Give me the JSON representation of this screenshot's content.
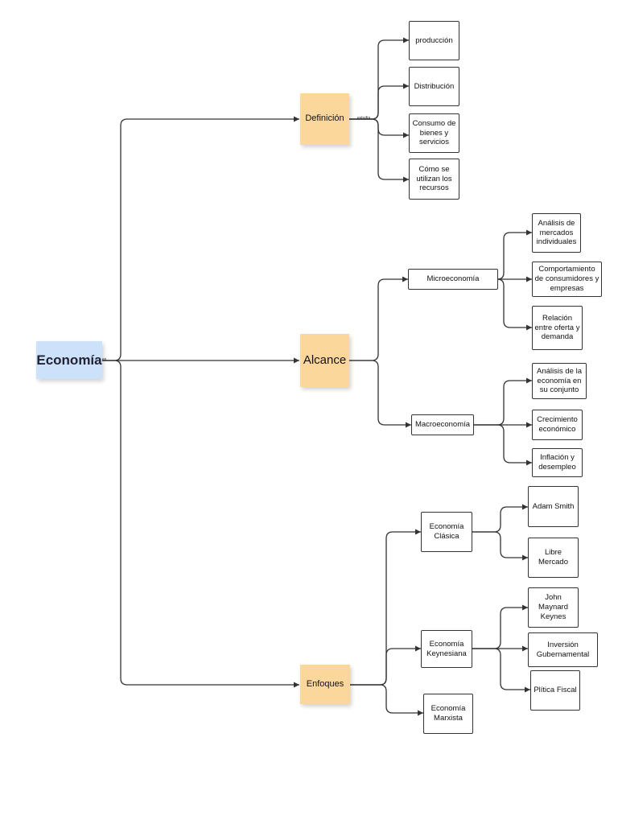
{
  "root": {
    "label": "Economía",
    "edge_label": "es"
  },
  "branches": {
    "definicion": {
      "label": "Definición",
      "edge_label": "estudia",
      "children": [
        "producción",
        "Distribución",
        "Consumo de bienes y servicios",
        "Cómo se utilizan los recursos"
      ]
    },
    "alcance": {
      "label": "Alcance",
      "micro": {
        "label": "Microeconomía",
        "children": [
          "Análisis de mercados individuales",
          "Comportamiento de consumidores y empresas",
          "Relación entre oferta y demanda"
        ]
      },
      "macro": {
        "label": "Macroeconomía",
        "children": [
          "Análisis de la economía en su conjunto",
          "Crecimiento económico",
          "Inflación y desempleo"
        ]
      }
    },
    "enfoques": {
      "label": "Enfoques",
      "clasica": {
        "label": "Economía Clásica",
        "children": [
          "Adam Smith",
          "Libre Mercado"
        ]
      },
      "keynesiana": {
        "label": "Economía Keynesiana",
        "children": [
          "John Maynard Keynes",
          "Inversión Gubernamental",
          "Plítica Fiscal"
        ]
      },
      "marxista": {
        "label": "Economía Marxista"
      }
    }
  },
  "colors": {
    "root_fill": "#cde1fb",
    "sticky_fill": "#fcd79c",
    "line": "#333333"
  }
}
